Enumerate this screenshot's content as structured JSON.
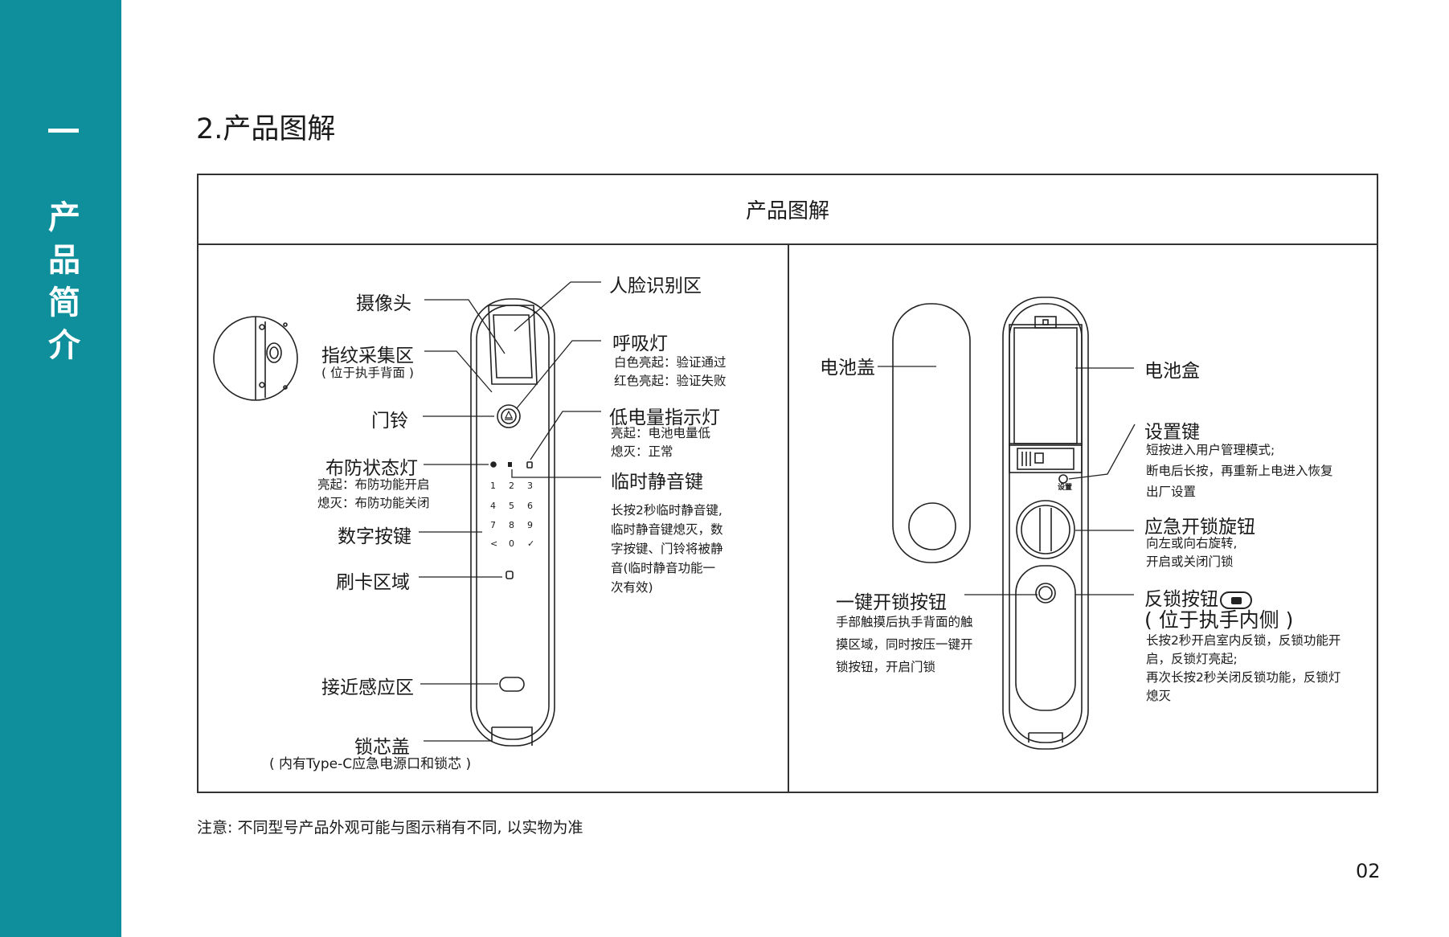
{
  "sidebar": {
    "chapter_mark": "一",
    "chars": [
      "产",
      "品",
      "简",
      "介"
    ]
  },
  "page": {
    "title": "2.产品图解",
    "note": "注意: 不同型号产品外观可能与图示稍有不同, 以实物为准",
    "page_number": "02"
  },
  "figure": {
    "header": "产品图解",
    "left": {
      "camera": "摄像头",
      "fingerprint": "指纹采集区",
      "fingerprint_note": "( 位于执手背面 )",
      "doorbell": "门铃",
      "arm_light": "布防状态灯",
      "arm_light_notes": [
        "亮起：布防功能开启",
        "熄灭：布防功能关闭"
      ],
      "keypad": "数字按键",
      "card_area": "刷卡区域",
      "proximity": "接近感应区",
      "core_cover": "锁芯盖",
      "core_cover_note": "( 内有Type-C应急电源口和锁芯 )",
      "face_area": "人脸识别区",
      "breathing_light": "呼吸灯",
      "breathing_notes": [
        "白色亮起：验证通过",
        "红色亮起：验证失败"
      ],
      "low_battery": "低电量指示灯",
      "low_battery_notes": [
        "亮起：电池电量低",
        "熄灭：正常"
      ],
      "mute_key": "临时静音键",
      "mute_notes": [
        "长按2秒临时静音键,",
        "临时静音键熄灭，数",
        "字按键、门铃将被静",
        "音(临时静音功能一",
        "次有效)"
      ],
      "keys": [
        "1",
        "2",
        "3",
        "4",
        "5",
        "6",
        "7",
        "8",
        "9",
        "<",
        "0",
        "✓"
      ]
    },
    "right": {
      "battery_cover": "电池盖",
      "battery_box": "电池盒",
      "settings_key": "设置键",
      "settings_notes": [
        "短按进入用户管理模式;",
        "断电后长按，再重新上电进入恢复",
        "出厂设置"
      ],
      "settings_tag": "设置",
      "emergency_knob": "应急开锁旋钮",
      "emergency_notes": [
        "向左或向右旋转,",
        "开启或关闭门锁"
      ],
      "one_key": "一键开锁按钮",
      "one_key_notes": [
        "手部触摸后执手背面的触",
        "摸区域，同时按压一键开",
        "锁按钮，开启门锁"
      ],
      "deadlock": "反锁按钮",
      "deadlock_note": "( 位于执手内侧 )",
      "deadlock_notes": [
        "长按2秒开启室内反锁，反锁功能开",
        "启，反锁灯亮起;",
        "再次长按2秒关闭反锁功能，反锁灯",
        "熄灭"
      ]
    }
  }
}
